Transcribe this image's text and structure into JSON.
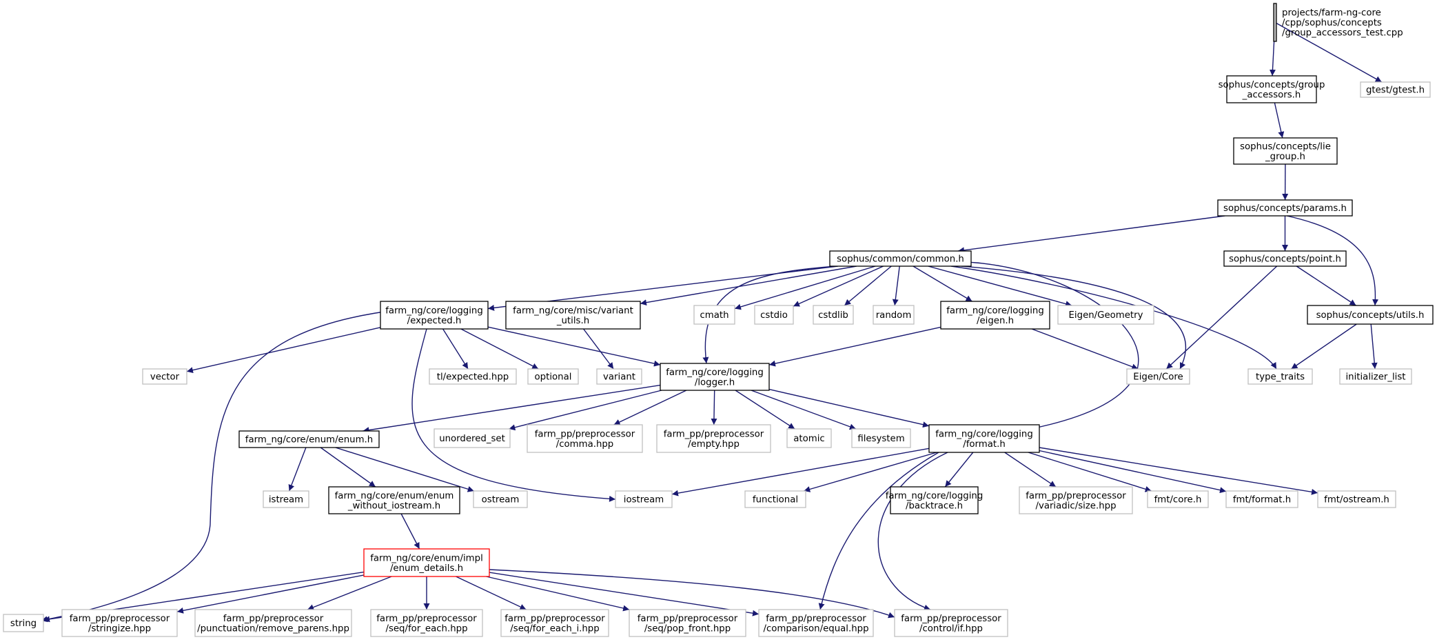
{
  "colors": {
    "edge": "#191970",
    "root_fill": "#bfbfbf",
    "documented_border": "#000000",
    "external_border": "#bfbfbf",
    "incomplete_border": "#ff0000",
    "text": "#000000"
  },
  "nodes": [
    {
      "id": "root",
      "kind": "root",
      "lines": [
        "projects/farm-ng-core",
        "/cpp/sophus/concepts",
        "/group_accessors_test.cpp"
      ]
    },
    {
      "id": "sc_group_accessors",
      "kind": "documented",
      "lines": [
        "sophus/concepts/group",
        "_accessors.h"
      ]
    },
    {
      "id": "gtest",
      "kind": "external",
      "lines": [
        "gtest/gtest.h"
      ]
    },
    {
      "id": "sc_lie_group",
      "kind": "documented",
      "lines": [
        "sophus/concepts/lie",
        "_group.h"
      ]
    },
    {
      "id": "sc_params",
      "kind": "documented",
      "lines": [
        "sophus/concepts/params.h"
      ]
    },
    {
      "id": "common",
      "kind": "documented",
      "lines": [
        "sophus/common/common.h"
      ]
    },
    {
      "id": "sc_point",
      "kind": "documented",
      "lines": [
        "sophus/concepts/point.h"
      ]
    },
    {
      "id": "sc_utils",
      "kind": "documented",
      "lines": [
        "sophus/concepts/utils.h"
      ]
    },
    {
      "id": "expected",
      "kind": "documented",
      "lines": [
        "farm_ng/core/logging",
        "/expected.h"
      ]
    },
    {
      "id": "variant_utils",
      "kind": "documented",
      "lines": [
        "farm_ng/core/misc/variant",
        "_utils.h"
      ]
    },
    {
      "id": "cmath",
      "kind": "external",
      "lines": [
        "cmath"
      ]
    },
    {
      "id": "cstdio",
      "kind": "external",
      "lines": [
        "cstdio"
      ]
    },
    {
      "id": "cstdlib",
      "kind": "external",
      "lines": [
        "cstdlib"
      ]
    },
    {
      "id": "random",
      "kind": "external",
      "lines": [
        "random"
      ]
    },
    {
      "id": "log_eigen",
      "kind": "documented",
      "lines": [
        "farm_ng/core/logging",
        "/eigen.h"
      ]
    },
    {
      "id": "eigen_geometry",
      "kind": "external",
      "lines": [
        "Eigen/Geometry"
      ]
    },
    {
      "id": "vector",
      "kind": "external",
      "lines": [
        "vector"
      ]
    },
    {
      "id": "tl_expected",
      "kind": "external",
      "lines": [
        "tl/expected.hpp"
      ]
    },
    {
      "id": "optional",
      "kind": "external",
      "lines": [
        "optional"
      ]
    },
    {
      "id": "variant",
      "kind": "external",
      "lines": [
        "variant"
      ]
    },
    {
      "id": "logger",
      "kind": "documented",
      "lines": [
        "farm_ng/core/logging",
        "/logger.h"
      ]
    },
    {
      "id": "eigen_core",
      "kind": "external",
      "lines": [
        "Eigen/Core"
      ]
    },
    {
      "id": "type_traits",
      "kind": "external",
      "lines": [
        "type_traits"
      ]
    },
    {
      "id": "initializer_list",
      "kind": "external",
      "lines": [
        "initializer_list"
      ]
    },
    {
      "id": "enum_h",
      "kind": "documented",
      "lines": [
        "farm_ng/core/enum/enum.h"
      ]
    },
    {
      "id": "unordered_set",
      "kind": "external",
      "lines": [
        "unordered_set"
      ]
    },
    {
      "id": "pp_comma",
      "kind": "external",
      "lines": [
        "farm_pp/preprocessor",
        "/comma.hpp"
      ]
    },
    {
      "id": "pp_empty",
      "kind": "external",
      "lines": [
        "farm_pp/preprocessor",
        "/empty.hpp"
      ]
    },
    {
      "id": "atomic",
      "kind": "external",
      "lines": [
        "atomic"
      ]
    },
    {
      "id": "filesystem",
      "kind": "external",
      "lines": [
        "filesystem"
      ]
    },
    {
      "id": "format",
      "kind": "documented",
      "lines": [
        "farm_ng/core/logging",
        "/format.h"
      ]
    },
    {
      "id": "istream",
      "kind": "external",
      "lines": [
        "istream"
      ]
    },
    {
      "id": "enum_wo_ios",
      "kind": "documented",
      "lines": [
        "farm_ng/core/enum/enum",
        "_without_iostream.h"
      ]
    },
    {
      "id": "ostream",
      "kind": "external",
      "lines": [
        "ostream"
      ]
    },
    {
      "id": "iostream",
      "kind": "external",
      "lines": [
        "iostream"
      ]
    },
    {
      "id": "functional",
      "kind": "external",
      "lines": [
        "functional"
      ]
    },
    {
      "id": "backtrace",
      "kind": "documented",
      "lines": [
        "farm_ng/core/logging",
        "/backtrace.h"
      ]
    },
    {
      "id": "pp_variadic_size",
      "kind": "external",
      "lines": [
        "farm_pp/preprocessor",
        "/variadic/size.hpp"
      ]
    },
    {
      "id": "fmt_core",
      "kind": "external",
      "lines": [
        "fmt/core.h"
      ]
    },
    {
      "id": "fmt_format",
      "kind": "external",
      "lines": [
        "fmt/format.h"
      ]
    },
    {
      "id": "fmt_ostream",
      "kind": "external",
      "lines": [
        "fmt/ostream.h"
      ]
    },
    {
      "id": "enum_details",
      "kind": "incomplete",
      "lines": [
        "farm_ng/core/enum/impl",
        "/enum_details.h"
      ]
    },
    {
      "id": "string",
      "kind": "external",
      "lines": [
        "string"
      ]
    },
    {
      "id": "pp_stringize",
      "kind": "external",
      "lines": [
        "farm_pp/preprocessor",
        "/stringize.hpp"
      ]
    },
    {
      "id": "pp_remove_parens",
      "kind": "external",
      "lines": [
        "farm_pp/preprocessor",
        "/punctuation/remove_parens.hpp"
      ]
    },
    {
      "id": "pp_for_each",
      "kind": "external",
      "lines": [
        "farm_pp/preprocessor",
        "/seq/for_each.hpp"
      ]
    },
    {
      "id": "pp_for_each_i",
      "kind": "external",
      "lines": [
        "farm_pp/preprocessor",
        "/seq/for_each_i.hpp"
      ]
    },
    {
      "id": "pp_pop_front",
      "kind": "external",
      "lines": [
        "farm_pp/preprocessor",
        "/seq/pop_front.hpp"
      ]
    },
    {
      "id": "pp_equal",
      "kind": "external",
      "lines": [
        "farm_pp/preprocessor",
        "/comparison/equal.hpp"
      ]
    },
    {
      "id": "pp_if",
      "kind": "external",
      "lines": [
        "farm_pp/preprocessor",
        "/control/if.hpp"
      ]
    }
  ],
  "edges": [
    [
      "root",
      "sc_group_accessors"
    ],
    [
      "root",
      "gtest"
    ],
    [
      "sc_group_accessors",
      "sc_lie_group"
    ],
    [
      "sc_lie_group",
      "sc_params"
    ],
    [
      "sc_params",
      "common"
    ],
    [
      "sc_params",
      "sc_point"
    ],
    [
      "sc_params",
      "sc_utils"
    ],
    [
      "common",
      "expected"
    ],
    [
      "common",
      "variant_utils"
    ],
    [
      "common",
      "cmath"
    ],
    [
      "common",
      "cstdio"
    ],
    [
      "common",
      "cstdlib"
    ],
    [
      "common",
      "random"
    ],
    [
      "common",
      "log_eigen"
    ],
    [
      "common",
      "eigen_geometry"
    ],
    [
      "common",
      "logger"
    ],
    [
      "common",
      "eigen_core"
    ],
    [
      "common",
      "format"
    ],
    [
      "common",
      "type_traits"
    ],
    [
      "sc_point",
      "eigen_core"
    ],
    [
      "sc_point",
      "sc_utils"
    ],
    [
      "sc_utils",
      "type_traits"
    ],
    [
      "sc_utils",
      "initializer_list"
    ],
    [
      "expected",
      "vector"
    ],
    [
      "expected",
      "tl_expected"
    ],
    [
      "expected",
      "optional"
    ],
    [
      "expected",
      "logger"
    ],
    [
      "expected",
      "string"
    ],
    [
      "expected",
      "iostream"
    ],
    [
      "variant_utils",
      "variant"
    ],
    [
      "log_eigen",
      "logger"
    ],
    [
      "log_eigen",
      "eigen_core"
    ],
    [
      "logger",
      "enum_h"
    ],
    [
      "logger",
      "unordered_set"
    ],
    [
      "logger",
      "pp_comma"
    ],
    [
      "logger",
      "pp_empty"
    ],
    [
      "logger",
      "atomic"
    ],
    [
      "logger",
      "filesystem"
    ],
    [
      "logger",
      "format"
    ],
    [
      "enum_h",
      "istream"
    ],
    [
      "enum_h",
      "enum_wo_ios"
    ],
    [
      "enum_h",
      "ostream"
    ],
    [
      "enum_wo_ios",
      "enum_details"
    ],
    [
      "format",
      "iostream"
    ],
    [
      "format",
      "functional"
    ],
    [
      "format",
      "backtrace"
    ],
    [
      "format",
      "pp_variadic_size"
    ],
    [
      "format",
      "fmt_core"
    ],
    [
      "format",
      "fmt_format"
    ],
    [
      "format",
      "fmt_ostream"
    ],
    [
      "format",
      "pp_equal"
    ],
    [
      "format",
      "pp_if"
    ],
    [
      "enum_details",
      "string"
    ],
    [
      "enum_details",
      "pp_stringize"
    ],
    [
      "enum_details",
      "pp_remove_parens"
    ],
    [
      "enum_details",
      "pp_for_each"
    ],
    [
      "enum_details",
      "pp_for_each_i"
    ],
    [
      "enum_details",
      "pp_pop_front"
    ],
    [
      "enum_details",
      "pp_equal"
    ],
    [
      "enum_details",
      "pp_if"
    ]
  ]
}
